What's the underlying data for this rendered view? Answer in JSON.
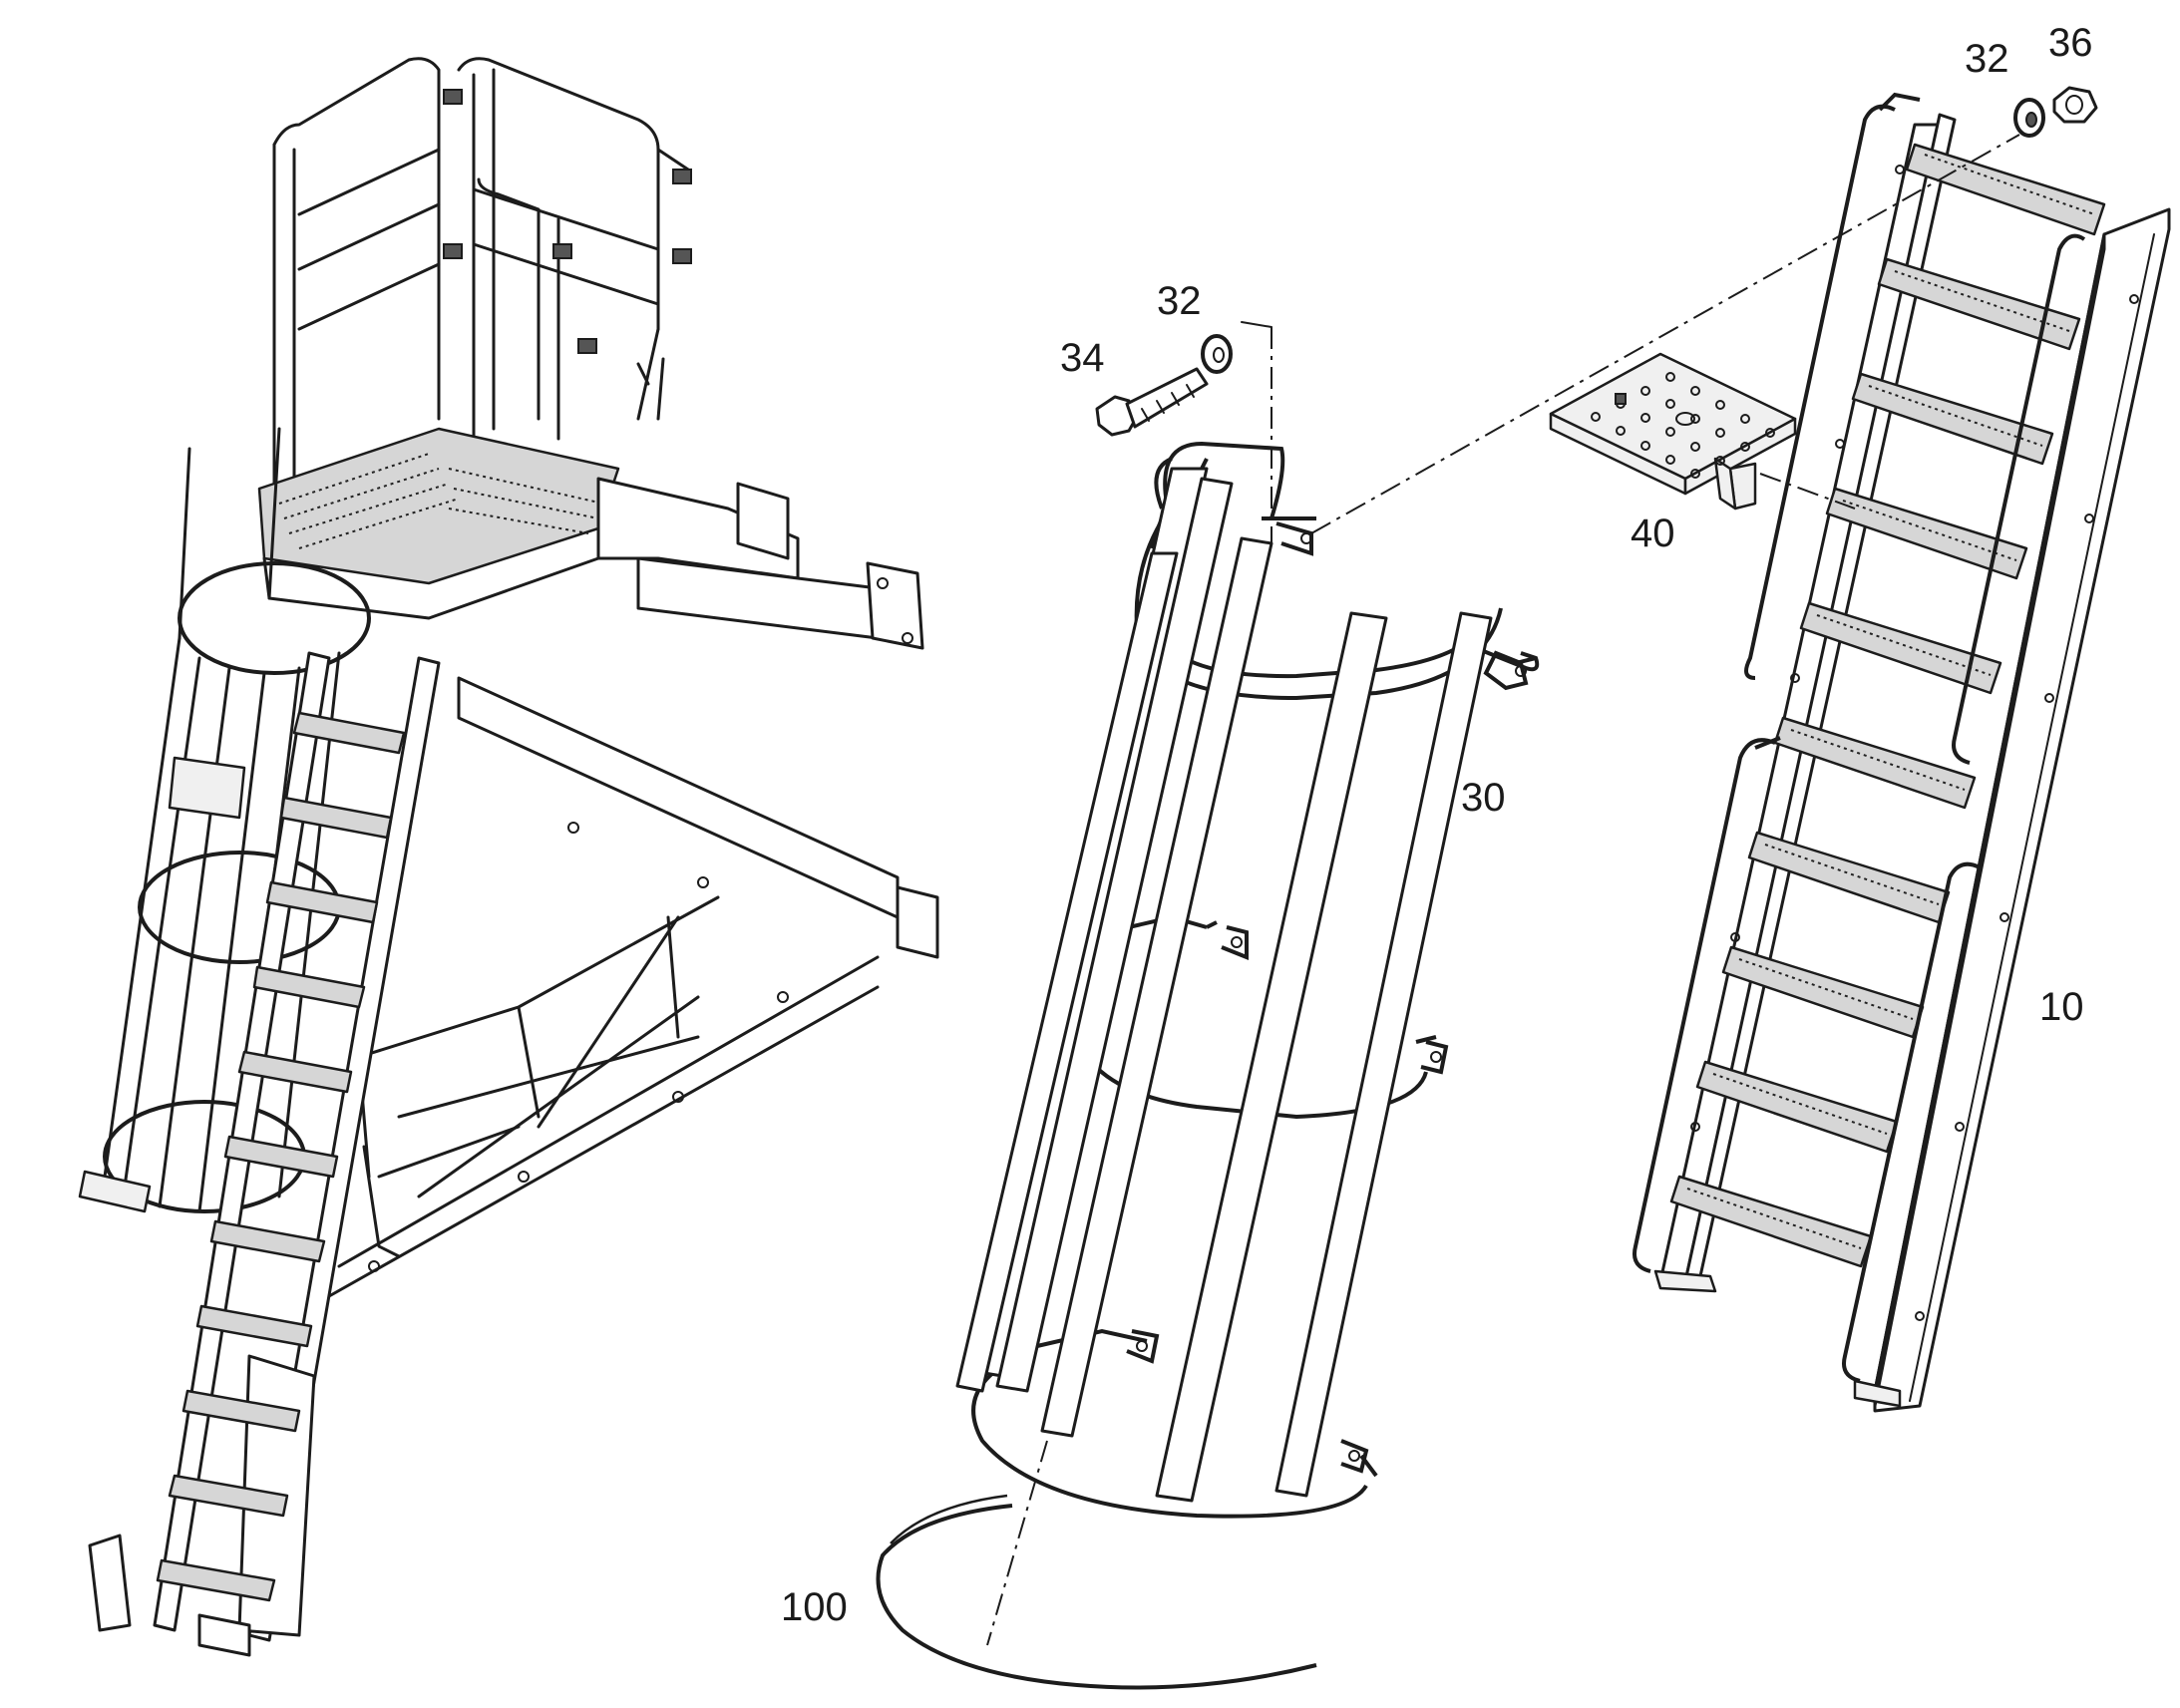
{
  "diagram": {
    "callouts": [
      {
        "id": "c10",
        "text": "10",
        "part": "ladder"
      },
      {
        "id": "c30",
        "text": "30",
        "part": "safety-cage"
      },
      {
        "id": "c32a",
        "text": "32",
        "part": "washer-top"
      },
      {
        "id": "c32b",
        "text": "32",
        "part": "washer-bolt"
      },
      {
        "id": "c34",
        "text": "34",
        "part": "bolt"
      },
      {
        "id": "c36",
        "text": "36",
        "part": "nut"
      },
      {
        "id": "c40",
        "text": "40",
        "part": "step-plate"
      },
      {
        "id": "c100",
        "text": "100",
        "part": "edge-trim"
      }
    ],
    "ladder_steps": 10,
    "cage_hoops": 4,
    "cage_bars": 6
  }
}
